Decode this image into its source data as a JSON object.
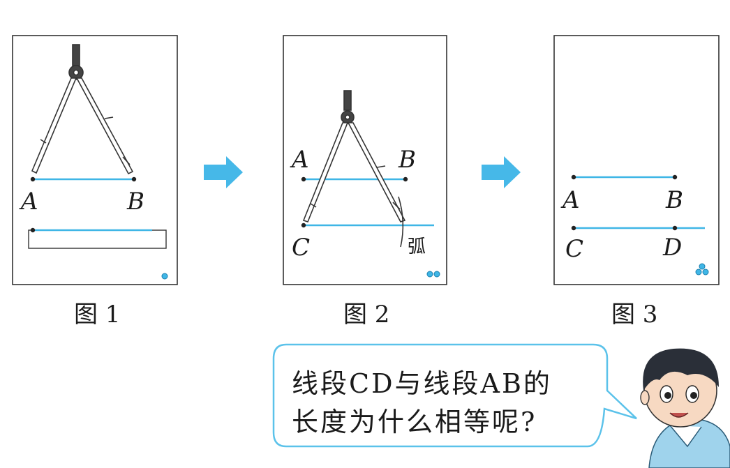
{
  "figures": [
    {
      "caption": "图 1",
      "points": [
        "A",
        "B"
      ],
      "dots": 1
    },
    {
      "caption": "图 2",
      "points": [
        "A",
        "B",
        "C"
      ],
      "arc_label": "弧",
      "dots": 2
    },
    {
      "caption": "图 3",
      "points": [
        "A",
        "B",
        "C",
        "D"
      ],
      "dots": 3
    }
  ],
  "speech": {
    "line1": "线段CD与线段AB的",
    "line2": "长度为什么相等呢?"
  },
  "colors": {
    "segment": "#3fb6e6",
    "arrow": "#46b8e8",
    "frame": "#333333",
    "bubble_border": "#5bc2ea"
  }
}
